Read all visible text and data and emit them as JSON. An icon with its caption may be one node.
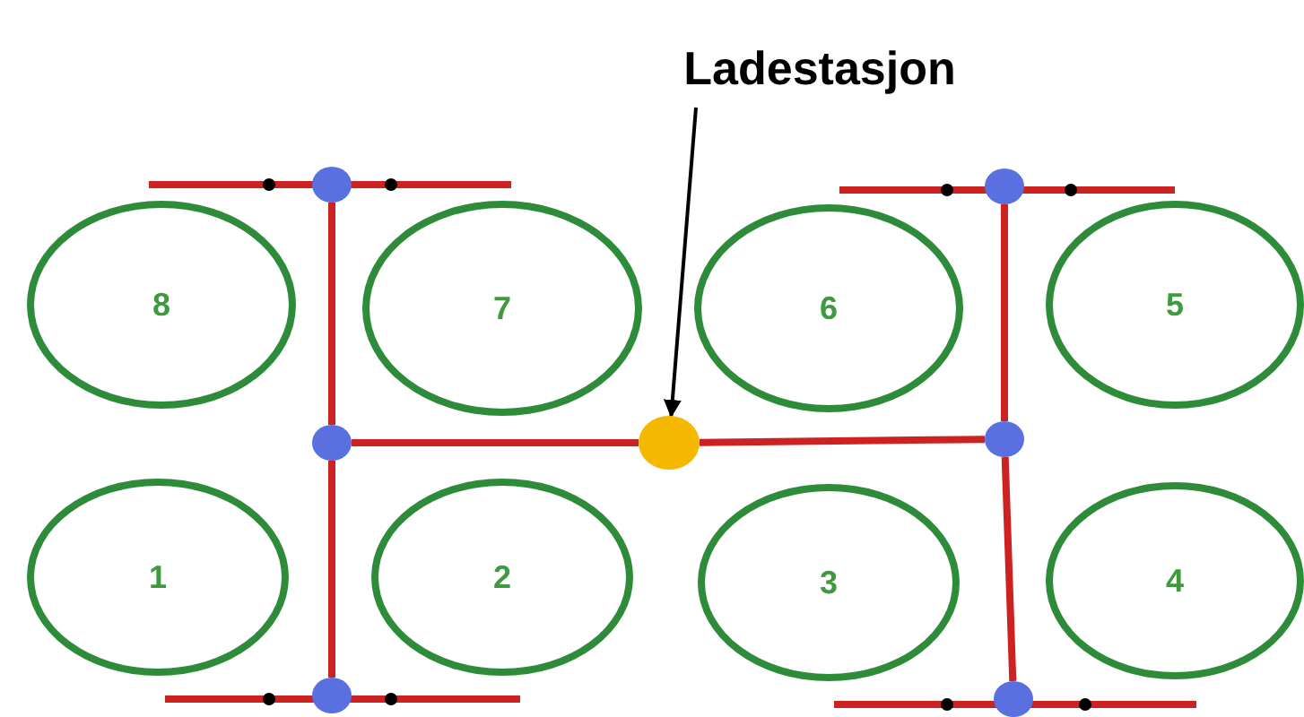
{
  "diagram": {
    "nodes": [
      {
        "text": [
          "Ladestasjon"
        ]
      },
      {
        "text": [],
        "shape": "circle"
      },
      {
        "text": [
          "8"
        ]
      },
      {
        "text": [
          "7"
        ]
      },
      {
        "text": [
          "6"
        ]
      },
      {
        "text": [
          "5"
        ]
      },
      {
        "text": [
          "1"
        ]
      },
      {
        "text": [
          "2"
        ]
      },
      {
        "text": [
          "3"
        ]
      },
      {
        "text": [
          "4"
        ]
      },
      {
        "text": [],
        "shape": "circle"
      },
      {
        "text": [],
        "shape": "circle"
      },
      {
        "text": [],
        "shape": "circle"
      },
      {
        "text": [],
        "shape": "circle"
      },
      {
        "text": [],
        "shape": "circle"
      },
      {
        "text": [],
        "shape": "circle"
      }
    ],
    "edges": [
      {
        "from": 0,
        "to": 1,
        "arrow": "to",
        "color": "#000000"
      },
      {
        "from": 10,
        "to": 11,
        "arrow": "none"
      },
      {
        "from": 11,
        "to": 12,
        "arrow": "none"
      },
      {
        "from": 11,
        "to": 1,
        "arrow": "none"
      },
      {
        "from": 1,
        "to": 14,
        "arrow": "none"
      },
      {
        "from": 13,
        "to": 14,
        "arrow": "none"
      },
      {
        "from": 14,
        "to": 15,
        "arrow": "none"
      }
    ]
  }
}
